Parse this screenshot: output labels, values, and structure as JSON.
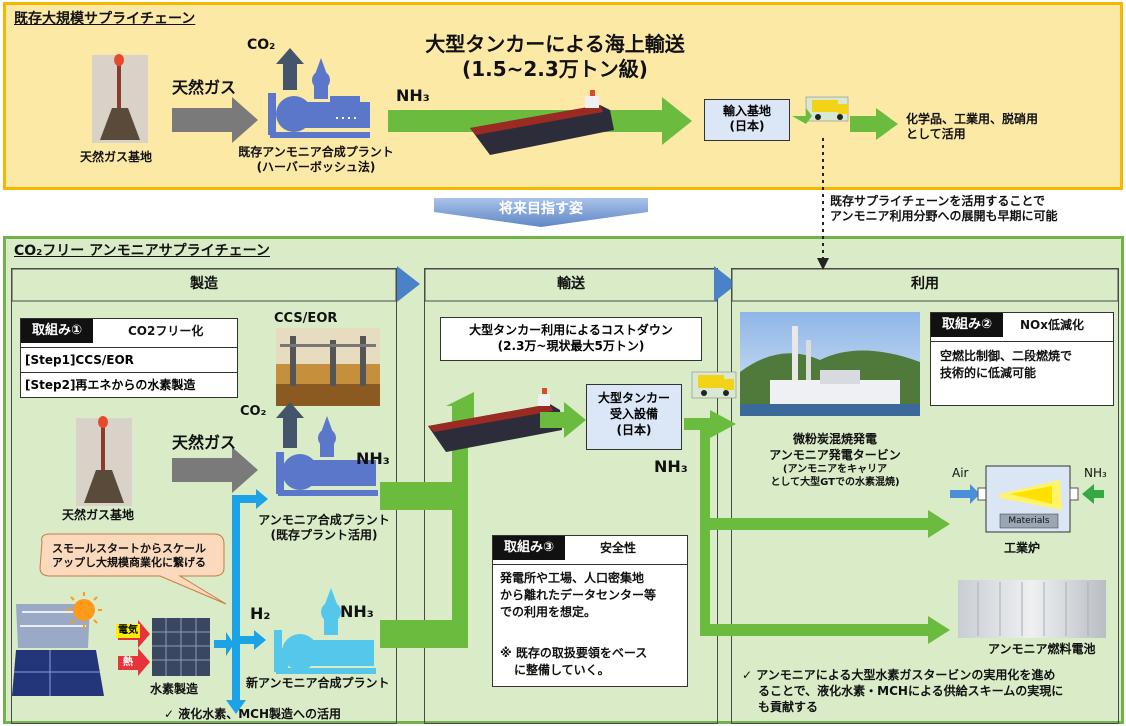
{
  "colors": {
    "top_bg": "#fde9a6",
    "top_border": "#f5b800",
    "bottom_bg": "#d9ecc7",
    "bottom_border": "#73b14c",
    "arrow_green": "#6bbb3e",
    "arrow_gray": "#7a7a7a",
    "plant_blue": "#5b77c9",
    "cyan_arrow": "#1ba3e6",
    "header_blue": "#4a82c8"
  },
  "top": {
    "title": "既存大規模サプライチェーン",
    "co2": "CO₂",
    "natural_gas": "天然ガス",
    "gas_base": "天然ガス基地",
    "plant_line1": "既存アンモニア合成プラント",
    "plant_line2": "(ハーバーボッシュ法)",
    "nh3": "NH₃",
    "tanker_line1": "大型タンカーによる海上輸送",
    "tanker_line2": "(1.5~2.3万トン級)",
    "import_line1": "輸入基地",
    "import_line2": "(日本)",
    "use_line1": "化学品、工業用、脱硝用",
    "use_line2": "として活用"
  },
  "future_label": "将来目指す姿",
  "leverage_line1": "既存サプライチェーンを活用することで",
  "leverage_line2": "アンモニア利用分野への展開も早期に可能",
  "bottom": {
    "title": "CO₂フリー アンモニアサプライチェーン",
    "headers": {
      "manufacture": "製造",
      "transport": "輸送",
      "utilization": "利用"
    },
    "effort1": {
      "tag": "取組み①",
      "title": "CO2フリー化",
      "step1": "[Step1]CCS/EOR",
      "step2": "[Step2]再エネからの水素製造"
    },
    "ccs_eor": "CCS/EOR",
    "co2": "CO₂",
    "natural_gas": "天然ガス",
    "gas_base": "天然ガス基地",
    "nh3_a": "NH₃",
    "plant_line1": "アンモニア合成プラント",
    "plant_line2": "(既存プラント活用)",
    "callout_line1": "スモールスタートからスケール",
    "callout_line2": "アップし大規模商業化に繋げる",
    "electricity": "電気",
    "heat": "熱",
    "h2": "H₂",
    "nh3_b": "NH₃",
    "hydrogen_production": "水素製造",
    "new_plant": "新アンモニア合成プラント",
    "liquid_h2": "✓ 液化水素、MCH製造への活用",
    "cost_line1": "大型タンカー利用によるコストダウン",
    "cost_line2": "(2.3万~現状最大5万トン)",
    "receiving_line1": "大型タンカー",
    "receiving_line2": "受入設備",
    "receiving_line3": "(日本)",
    "nh3_c": "NH₃",
    "effort3": {
      "tag": "取組み③",
      "title": "安全性",
      "body1": "発電所や工場、人口密集地",
      "body2": "から離れたデータセンター等",
      "body3": "での利用を想定。",
      "note1": "※ 既存の取扱要領をベース",
      "note2": "に整備していく。"
    },
    "effort2": {
      "tag": "取組み②",
      "title": "NOx低減化",
      "body1": "空燃比制御、二段燃焼で",
      "body2": "技術的に低減可能"
    },
    "power_line1": "微粉炭混焼発電",
    "power_line2": "アンモニア発電タービン",
    "power_line3": "(アンモニアをキャリア",
    "power_line4": "として大型GTでの水素混焼)",
    "air": "Air",
    "nh3_d": "NH₃",
    "materials": "Materials",
    "furnace": "工業炉",
    "fuel_cell": "アンモニア燃料電池",
    "turbine_line1": "✓ アンモニアによる大型水素ガスタービンの実用化を進め",
    "turbine_line2": "ることで、液化水素・MCHによる供給スキームの実現に",
    "turbine_line3": "も貢献する"
  }
}
